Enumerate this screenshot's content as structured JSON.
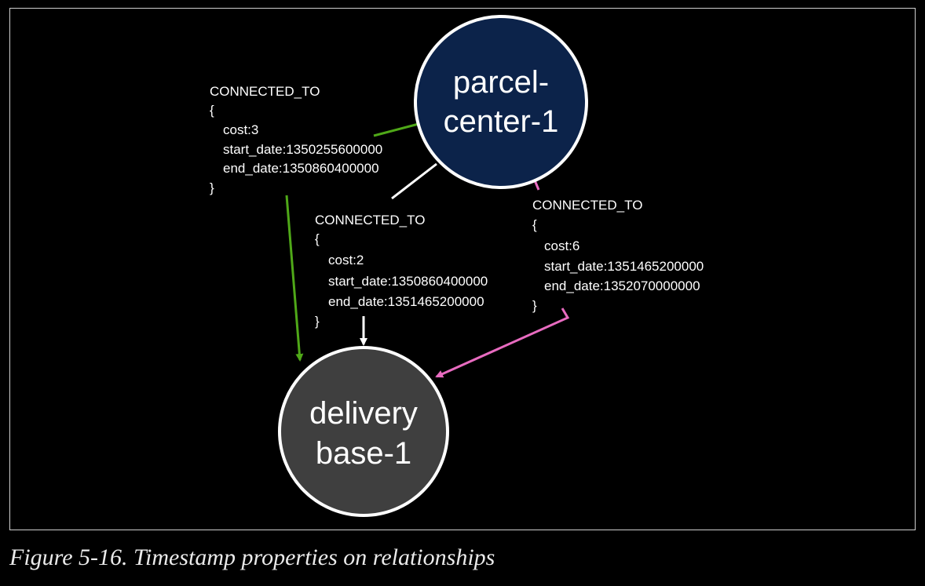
{
  "colors": {
    "background": "#000000",
    "frame": "#cfcfcf",
    "node_parcel_fill": "#0c234a",
    "node_delivery_fill": "#3f3f3f",
    "node_stroke": "#ffffff",
    "edge_green": "#4fa818",
    "edge_white": "#ffffff",
    "edge_pink": "#e86bc0"
  },
  "nodes": {
    "parcel": {
      "lines": [
        "parcel-",
        "center-1"
      ]
    },
    "delivery": {
      "lines": [
        "delivery",
        "base-1"
      ]
    }
  },
  "relationships": [
    {
      "id": "green",
      "lines": [
        "CONNECTED_TO",
        "{",
        "cost:3",
        "start_date:1350255600000",
        "end_date:1350860400000",
        "}"
      ]
    },
    {
      "id": "white",
      "lines": [
        "CONNECTED_TO",
        "{",
        "cost:2",
        "start_date:1350860400000",
        "end_date:1351465200000",
        "}"
      ]
    },
    {
      "id": "pink",
      "lines": [
        "CONNECTED_TO",
        "{",
        "cost:6",
        "start_date:1351465200000",
        "end_date:1352070000000",
        "}"
      ]
    }
  ],
  "caption": "Figure 5-16. Timestamp properties on relationships"
}
